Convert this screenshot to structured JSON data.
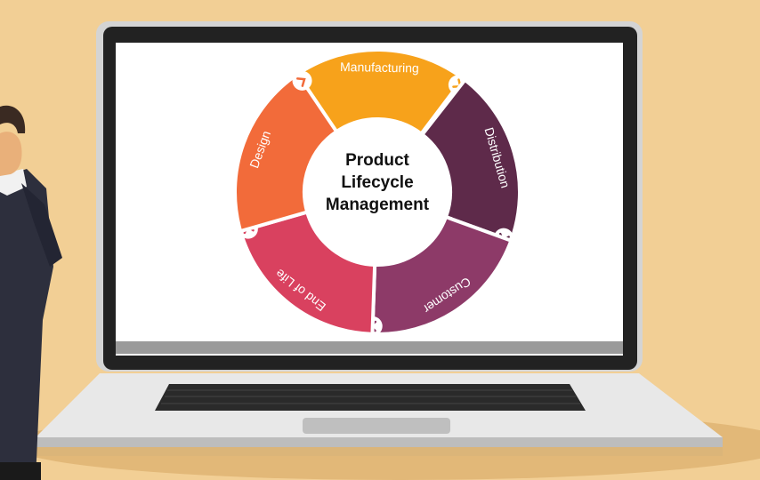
{
  "diagram": {
    "center_title": [
      "Product",
      "Lifecycle",
      "Management"
    ],
    "stages": [
      {
        "label": "Manufacturing",
        "color": "#f7a21b"
      },
      {
        "label": "Distribution",
        "color": "#5e2a4a"
      },
      {
        "label": "Customer",
        "color": "#8d3a68"
      },
      {
        "label": "End of Life",
        "color": "#d9415f"
      },
      {
        "label": "Design",
        "color": "#f26b3a"
      }
    ],
    "arrow_icon": "chevron-icon"
  },
  "colors": {
    "background": "#f2cf95",
    "laptop_body": "#e6e6e6",
    "screen_bezel": "#222222",
    "keyboard": "#1f1f1f"
  }
}
